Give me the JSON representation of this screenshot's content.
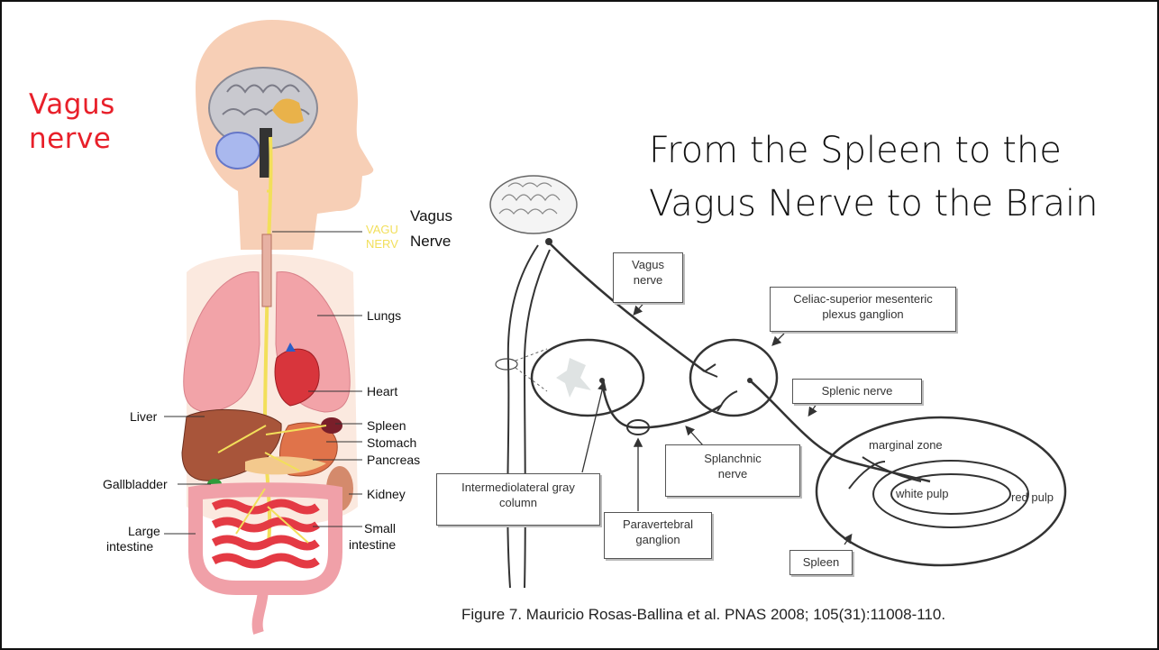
{
  "slide": {
    "title_line1": "From the Spleen to the",
    "title_line2": "Vagus Nerve to the Brain",
    "caption": "Figure 7. Mauricio Rosas-Ballina et al. PNAS 2008; 105(31):11008-110."
  },
  "anatomy": {
    "heading_line1": "Vagus",
    "heading_line2": "nerve",
    "vagus_label_line1": "Vagus",
    "vagus_label_line2": "Nerve",
    "faint_label_line1": "VAGU",
    "faint_label_line2": "NERV",
    "labels": {
      "lungs": "Lungs",
      "heart": "Heart",
      "liver": "Liver",
      "spleen": "Spleen",
      "stomach": "Stomach",
      "pancreas": "Pancreas",
      "gallbladder": "Gallbladder",
      "kidney": "Kidney",
      "large_intestine_1": "Large",
      "large_intestine_2": "intestine",
      "small_intestine_1": "Small",
      "small_intestine_2": "intestine"
    }
  },
  "diagram": {
    "vagus_box_1": "Vagus",
    "vagus_box_2": "nerve",
    "celiac_1": "Celiac-superior mesenteric",
    "celiac_2": "plexus ganglion",
    "splenic_nerve": "Splenic nerve",
    "splanchnic_1": "Splanchnic",
    "splanchnic_2": "nerve",
    "imlgc_1": "Intermediolateral gray",
    "imlgc_2": "column",
    "paravert_1": "Paravertebral",
    "paravert_2": "ganglion",
    "spleen_box": "Spleen",
    "marginal_zone": "marginal zone",
    "white_pulp": "white pulp",
    "red_pulp": "red pulp"
  },
  "colors": {
    "heading_red": "#e8202a",
    "nerve_yellow": "#f2df5a",
    "skin": "#f7cfb6",
    "lung_pink": "#f2a3a8",
    "liver_brown": "#a8553a"
  }
}
